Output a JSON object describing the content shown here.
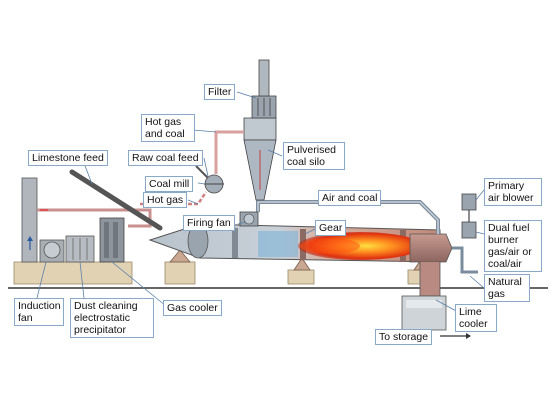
{
  "labels": {
    "filter": "Filter",
    "hot_gas_coal": "Hot gas and coal",
    "pulverised_silo": "Pulverised coal silo",
    "limestone_feed": "Limestone feed",
    "raw_coal_feed": "Raw coal feed",
    "coal_mill": "Coal mill",
    "hot_gas": "Hot gas",
    "air_and_coal": "Air and coal",
    "primary_air_blower": "Primary air blower",
    "firing_fan": "Firing fan",
    "gear": "Gear",
    "dual_fuel_burner": "Dual fuel burner gas/air or coal/air",
    "natural_gas": "Natural gas",
    "induction_fan": "Induction fan",
    "dust_cleaning": "Dust cleaning electrostatic precipitator",
    "gas_cooler": "Gas cooler",
    "lime_cooler": "Lime cooler",
    "to_storage": "To storage"
  }
}
